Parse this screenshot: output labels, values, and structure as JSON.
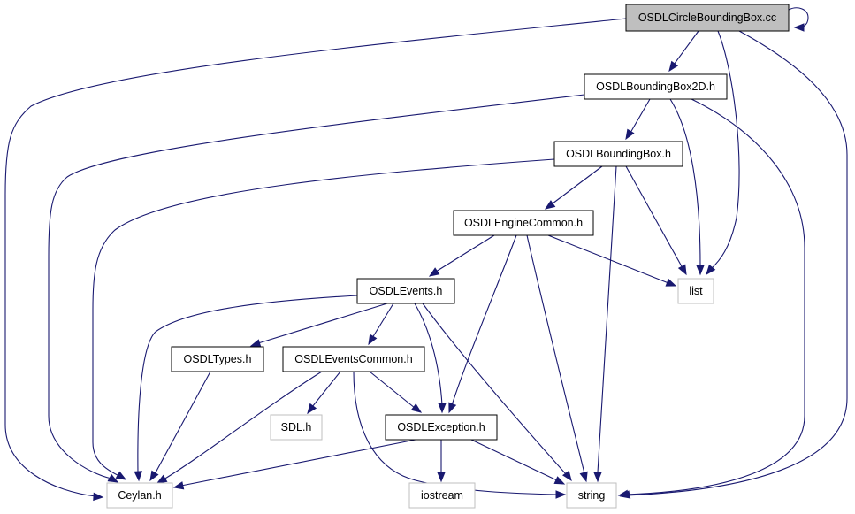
{
  "colors": {
    "edge": "#191970",
    "root_fill": "#bfbfbf",
    "root_border": "#000000",
    "local_border": "#000000",
    "external_border": "#bfbfbf",
    "node_fill": "#ffffff"
  },
  "nodes": {
    "circlebb": {
      "label": "OSDLCircleBoundingBox.cc",
      "kind": "root"
    },
    "bb2d": {
      "label": "OSDLBoundingBox2D.h",
      "kind": "local"
    },
    "bb": {
      "label": "OSDLBoundingBox.h",
      "kind": "local"
    },
    "engine": {
      "label": "OSDLEngineCommon.h",
      "kind": "local"
    },
    "list": {
      "label": "list",
      "kind": "external"
    },
    "events": {
      "label": "OSDLEvents.h",
      "kind": "local"
    },
    "types": {
      "label": "OSDLTypes.h",
      "kind": "local"
    },
    "evcommon": {
      "label": "OSDLEventsCommon.h",
      "kind": "local"
    },
    "sdl": {
      "label": "SDL.h",
      "kind": "external"
    },
    "exception": {
      "label": "OSDLException.h",
      "kind": "local"
    },
    "ceylan": {
      "label": "Ceylan.h",
      "kind": "external"
    },
    "iostream": {
      "label": "iostream",
      "kind": "external"
    },
    "string": {
      "label": "string",
      "kind": "external"
    }
  },
  "edges": [
    [
      "circlebb",
      "circlebb"
    ],
    [
      "circlebb",
      "bb2d"
    ],
    [
      "circlebb",
      "ceylan"
    ],
    [
      "circlebb",
      "list"
    ],
    [
      "circlebb",
      "string"
    ],
    [
      "bb2d",
      "bb"
    ],
    [
      "bb2d",
      "ceylan"
    ],
    [
      "bb2d",
      "list"
    ],
    [
      "bb2d",
      "string"
    ],
    [
      "bb",
      "engine"
    ],
    [
      "bb",
      "ceylan"
    ],
    [
      "bb",
      "list"
    ],
    [
      "bb",
      "string"
    ],
    [
      "engine",
      "events"
    ],
    [
      "engine",
      "list"
    ],
    [
      "engine",
      "exception"
    ],
    [
      "engine",
      "string"
    ],
    [
      "events",
      "ceylan"
    ],
    [
      "events",
      "types"
    ],
    [
      "events",
      "evcommon"
    ],
    [
      "events",
      "exception"
    ],
    [
      "events",
      "string"
    ],
    [
      "types",
      "ceylan"
    ],
    [
      "evcommon",
      "sdl"
    ],
    [
      "evcommon",
      "ceylan"
    ],
    [
      "evcommon",
      "exception"
    ],
    [
      "evcommon",
      "string"
    ],
    [
      "exception",
      "ceylan"
    ],
    [
      "exception",
      "iostream"
    ],
    [
      "exception",
      "string"
    ]
  ]
}
